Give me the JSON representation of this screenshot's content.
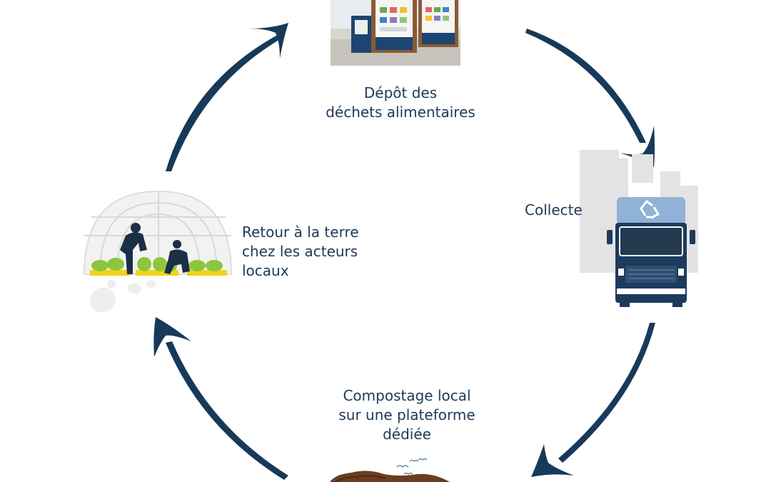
{
  "steps": {
    "depot": {
      "line1": "Dépôt des",
      "line2": "déchets alimentaires"
    },
    "collecte": {
      "line1": "Collecte"
    },
    "retour": {
      "line1": "Retour à la terre",
      "line2": "chez les acteurs",
      "line3": "locaux"
    },
    "compostage": {
      "line1": "Compostage local",
      "line2": "sur une plateforme",
      "line3": "dédiée"
    }
  },
  "colors": {
    "arrow": "#173a5a",
    "text": "#1f3a57",
    "truck_cab": "#8fb2d6",
    "truck_body": "#1d3a5c",
    "buildings": "#e3e3e3",
    "greenhouse": "#e8e8e8",
    "plants": "#8cc63f",
    "beds": "#f3d21b",
    "soil": "#6b3d1f",
    "bin_blue": "#1d4572",
    "bin_wood": "#8a5a34"
  },
  "icons": [
    "collection-bins-photo",
    "garbage-truck-icon",
    "recycle-icon",
    "greenhouse-icon",
    "compost-pile-icon",
    "birds-icon",
    "chickens-icon"
  ]
}
